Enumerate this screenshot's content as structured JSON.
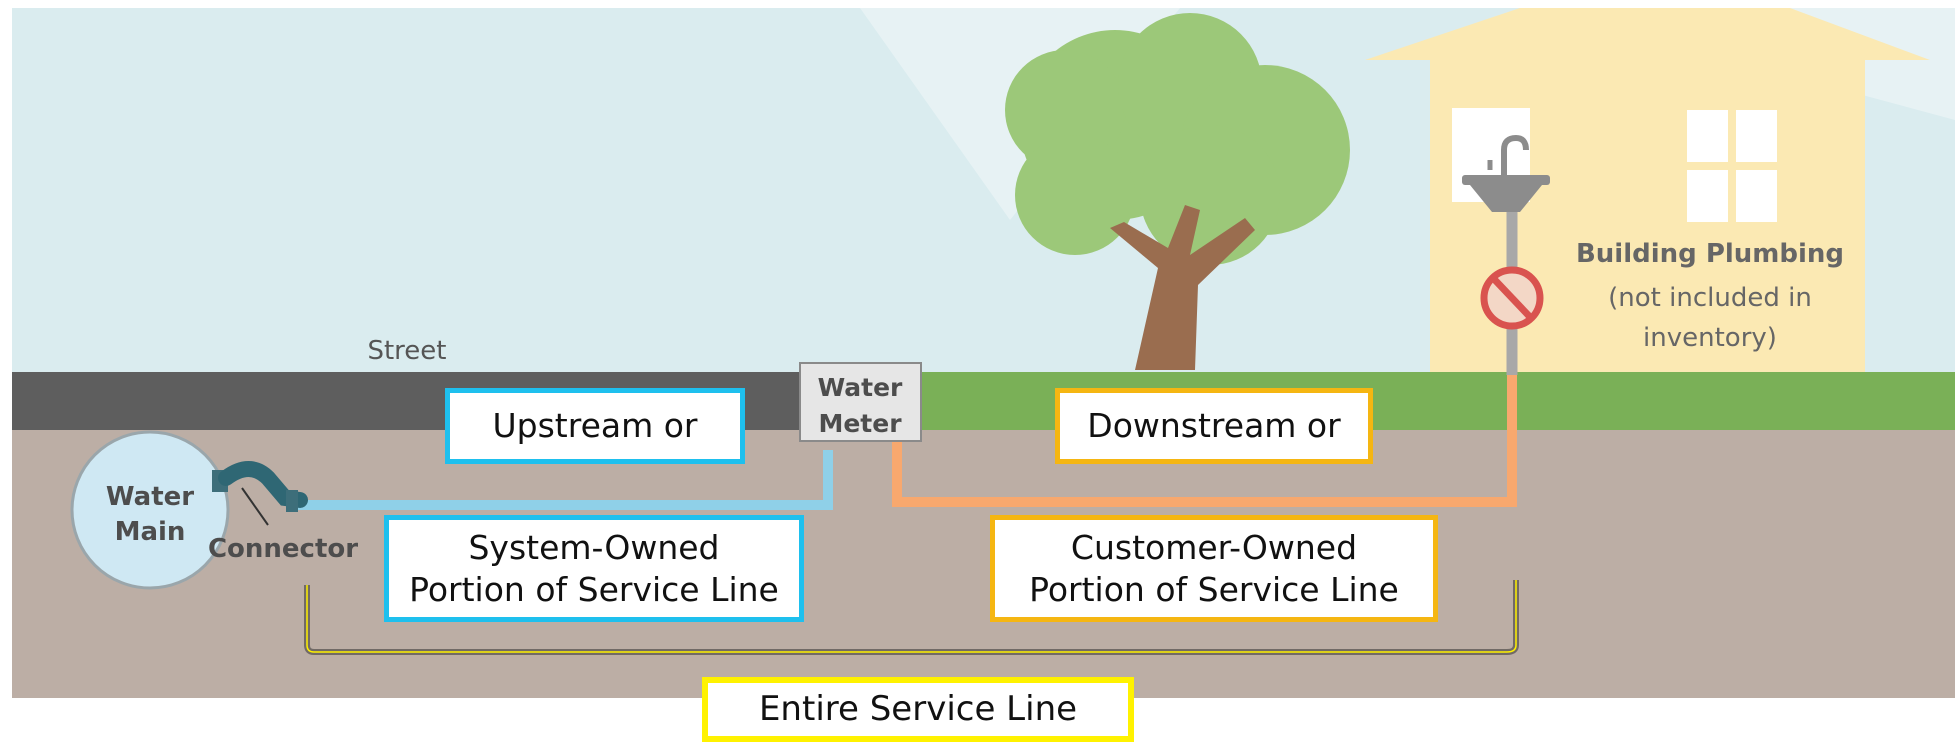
{
  "labels": {
    "street": "Street",
    "water_main_line1": "Water",
    "water_main_line2": "Main",
    "connector": "Connector",
    "water_meter_line1": "Water",
    "water_meter_line2": "Meter",
    "building_plumbing_title": "Building Plumbing",
    "building_plumbing_note_line1": "(not included in",
    "building_plumbing_note_line2": "inventory)"
  },
  "callouts": {
    "upstream": "Upstream or",
    "system_owned_line1": "System-Owned",
    "system_owned_line2": "Portion of Service Line",
    "downstream": "Downstream or",
    "customer_owned_line1": "Customer-Owned",
    "customer_owned_line2": "Portion of Service Line",
    "entire": "Entire Service Line"
  },
  "colors": {
    "sky": "#daecef",
    "house": "#fbe9b3",
    "grass": "#7ab057",
    "street": "#5e5e5e",
    "soil": "#bcaea5",
    "system_line": "#8fd0e8",
    "customer_line": "#f8a86e",
    "system_border": "#1ec0ee",
    "customer_border": "#f5b612",
    "entire_border": "#fff200"
  },
  "icons": {
    "sink": "sink-icon",
    "prohibited": "no-symbol-icon",
    "tree": "tree-icon",
    "house": "house-icon"
  }
}
